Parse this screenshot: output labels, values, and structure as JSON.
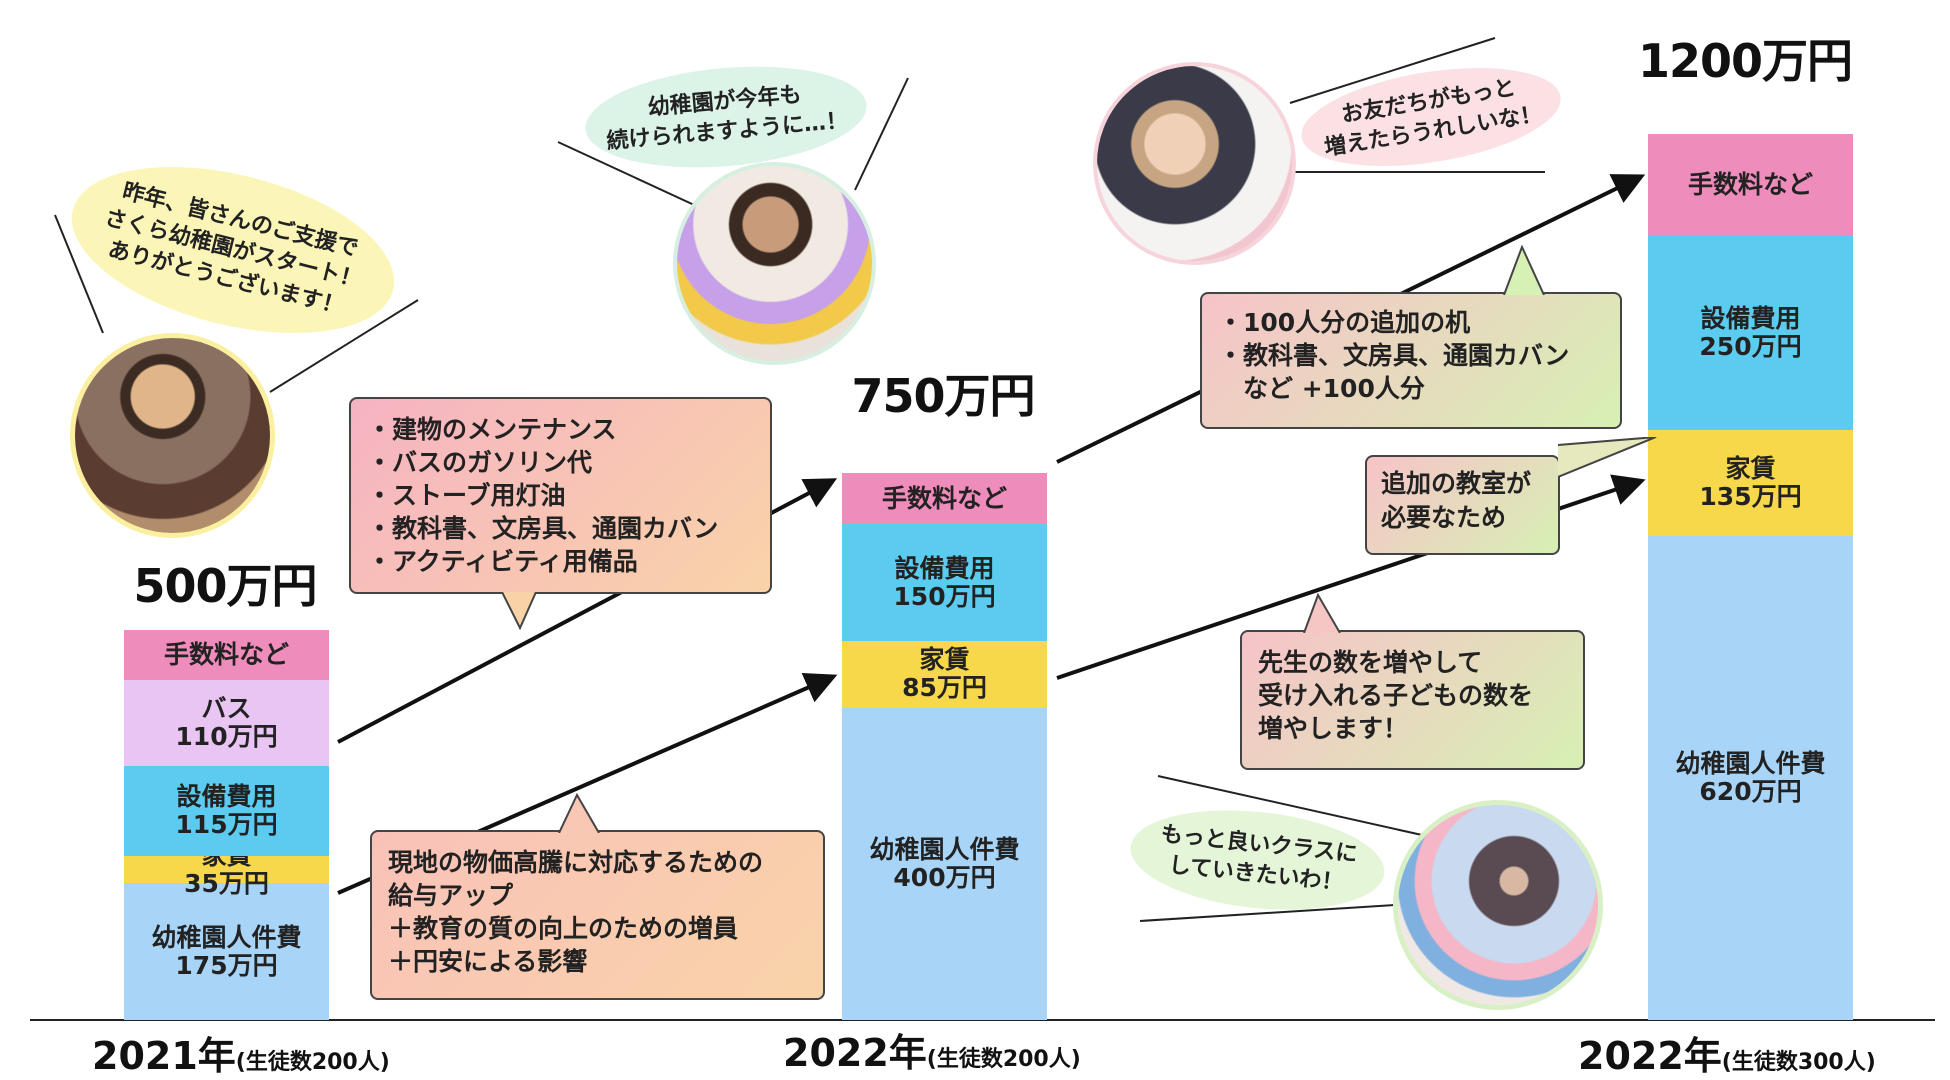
{
  "chart_data": {
    "type": "bar",
    "stacked": true,
    "categories": [
      "2021年(生徒数200人)",
      "2022年(生徒数200人)",
      "2022年(生徒数300人)"
    ],
    "bars": [
      {
        "year": "2021年",
        "students": "(生徒数200人)",
        "total": "500万円",
        "segments": [
          {
            "label": "幼稚園人件費",
            "amount": "175万円",
            "value": 175,
            "color": "#a8d4f7"
          },
          {
            "label": "家賃",
            "amount": "35万円",
            "value": 35,
            "color": "#f7d84a"
          },
          {
            "label": "設備費用",
            "amount": "115万円",
            "value": 115,
            "color": "#5ccbf0"
          },
          {
            "label": "バス",
            "amount": "110万円",
            "value": 110,
            "color": "#e8c5f2"
          },
          {
            "label": "手数料など",
            "amount": "",
            "value": 65,
            "color": "#ee8cbb"
          }
        ]
      },
      {
        "year": "2022年",
        "students": "(生徒数200人)",
        "total": "750万円",
        "segments": [
          {
            "label": "幼稚園人件費",
            "amount": "400万円",
            "value": 400,
            "color": "#a8d4f7"
          },
          {
            "label": "家賃",
            "amount": "85万円",
            "value": 85,
            "color": "#f7d84a"
          },
          {
            "label": "設備費用",
            "amount": "150万円",
            "value": 150,
            "color": "#5ccbf0"
          },
          {
            "label": "手数料など",
            "amount": "",
            "value": 65,
            "color": "#ee8cbb"
          }
        ]
      },
      {
        "year": "2022年",
        "students": "(生徒数300人)",
        "total": "1200万円",
        "segments": [
          {
            "label": "幼稚園人件費",
            "amount": "620万円",
            "value": 620,
            "color": "#a8d4f7"
          },
          {
            "label": "家賃",
            "amount": "135万円",
            "value": 135,
            "color": "#f7d84a"
          },
          {
            "label": "設備費用",
            "amount": "250万円",
            "value": 250,
            "color": "#5ccbf0"
          },
          {
            "label": "手数料など",
            "amount": "",
            "value": 130,
            "color": "#ee8cbb"
          }
        ]
      }
    ]
  },
  "annotations": {
    "box1": [
      "・建物のメンテナンス",
      "・バスのガソリン代",
      "・ストーブ用灯油",
      "・教科書、文房具、通園カバン",
      "・アクティビティ用備品"
    ],
    "box2": [
      "現地の物価高騰に対応するための",
      "給与アップ",
      "＋教育の質の向上のための増員",
      "＋円安による影響"
    ],
    "box3": [
      "・100人分の追加の机",
      "・教科書、文房具、通園カバン",
      "　など +100人分"
    ],
    "box4": [
      "追加の教室が",
      "必要なため"
    ],
    "box5": [
      "先生の数を増やして",
      "受け入れる子どもの数を",
      "増やします！"
    ]
  },
  "speech": {
    "s1": [
      "昨年、皆さんのご支援で",
      "さくら幼稚園がスタート！",
      "ありがとうございます！"
    ],
    "s2": [
      "幼稚園が今年も",
      "続けられますように…！"
    ],
    "s3": [
      "お友だちがもっと",
      "増えたらうれしいな！"
    ],
    "s4": [
      "もっと良いクラスに",
      "していきたいわ！"
    ]
  },
  "colors": {
    "staff": "#a8d4f7",
    "rent": "#f7d84a",
    "equipment": "#5ccbf0",
    "bus": "#e8c5f2",
    "fees": "#ee8cbb",
    "box_warm": "#f8c9a0",
    "box_green": "#d8efb2",
    "bubble_yellow": "#fbf5b8",
    "bubble_mint": "#dcf3e8",
    "bubble_pink": "#fbe0e4",
    "bubble_green": "#e4f5d8",
    "arrow": "#111111"
  },
  "icons": [
    "child-photo-1",
    "child-photo-2",
    "child-photo-3",
    "teacher-classroom-photo",
    "arrow-icon"
  ]
}
